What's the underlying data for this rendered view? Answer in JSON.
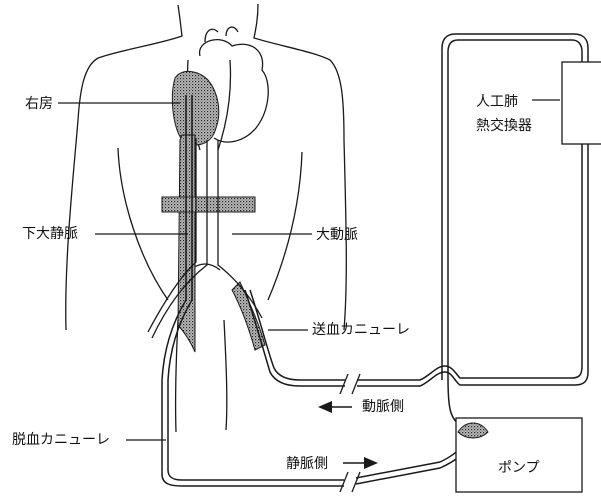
{
  "labels": {
    "right_atrium": "右房",
    "ivc": "下大静脈",
    "aorta": "大動脈",
    "oxygenator_line1": "人工肺",
    "oxygenator_line2": "熱交換器",
    "arterial_cannula": "送血カニューレ",
    "arterial_side": "動脈側",
    "venous_cannula": "脱血カニューレ",
    "venous_side": "静脈側",
    "pump": "ポンプ"
  },
  "colors": {
    "stroke": "#1a1a1a",
    "stipple": "#3a3a3a",
    "background": "#ffffff"
  }
}
